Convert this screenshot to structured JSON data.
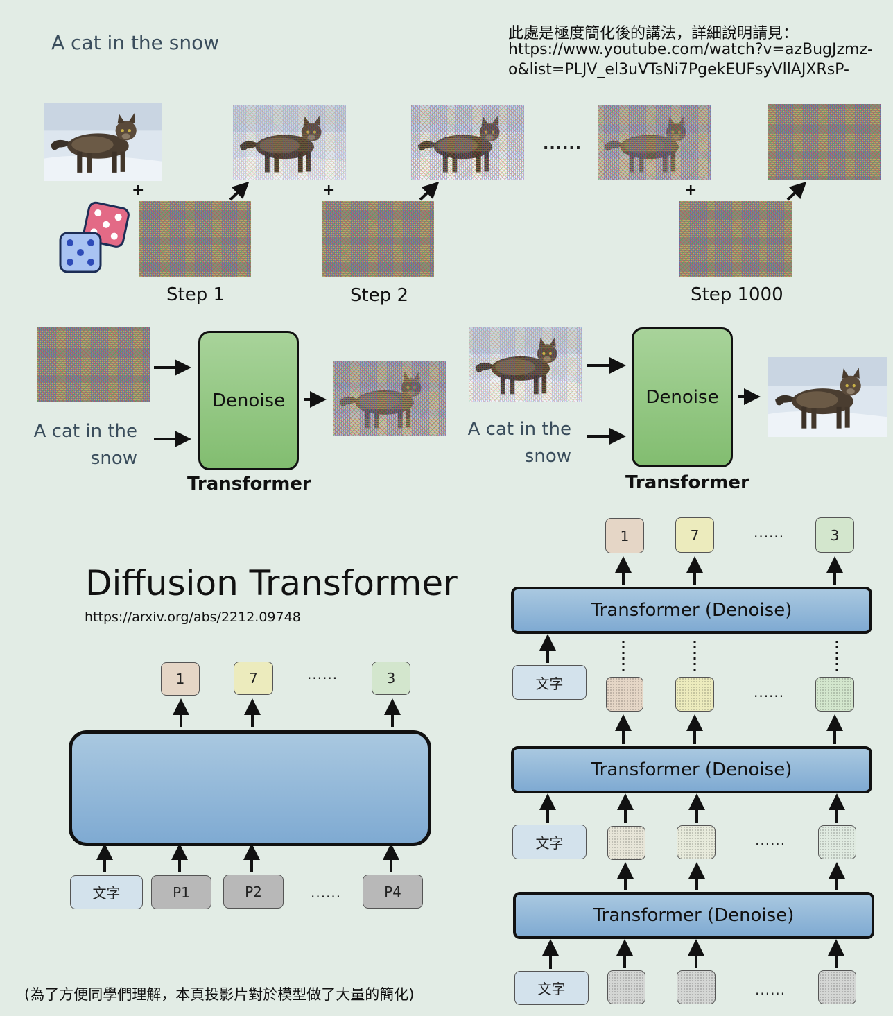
{
  "top": {
    "prompt": "A cat in the snow",
    "note_line1": "此處是極度簡化後的講法，詳細說明請見：",
    "note_line2": "https://www.youtube.com/watch?v=azBugJzmz-",
    "note_line3": "o&list=PLJV_el3uVTsNi7PgekEUFsyVllAJXRsP-",
    "ellipsis": "......",
    "plus": "+",
    "steps": [
      "Step 1",
      "Step 2",
      "Step 1000"
    ]
  },
  "middle": {
    "prompt_line1": "A cat in the",
    "prompt_line2": "snow",
    "denoise": "Denoise",
    "transformer": "Transformer"
  },
  "dit": {
    "title": "Diffusion Transformer",
    "url": "https://arxiv.org/abs/2212.09748",
    "outputs": [
      "1",
      "7",
      "3"
    ],
    "inputs": [
      "文字",
      "P1",
      "P2",
      "P4"
    ],
    "ellipsis": "......"
  },
  "stack": {
    "outputs": [
      "1",
      "7",
      "3"
    ],
    "layers": [
      "Transformer (Denoise)",
      "Transformer (Denoise)",
      "Transformer (Denoise)"
    ],
    "text_token": "文字",
    "ellipsis": "......"
  },
  "footnote": "(為了方便同學們理解，本頁投影片對於模型做了大量的簡化)",
  "colors": {
    "background": "#e2ece5",
    "denoise_green": "#8fc67e",
    "transformer_blue": "#93b8d8",
    "token_1": "#e5d6c6",
    "token_7": "#ecebbd",
    "token_3": "#d3e6cd",
    "text_token": "#d3e2ec",
    "patch_gray": "#b8b8b8"
  },
  "icons": [
    "cat-photo",
    "noise-image",
    "dice-icon",
    "arrow"
  ]
}
